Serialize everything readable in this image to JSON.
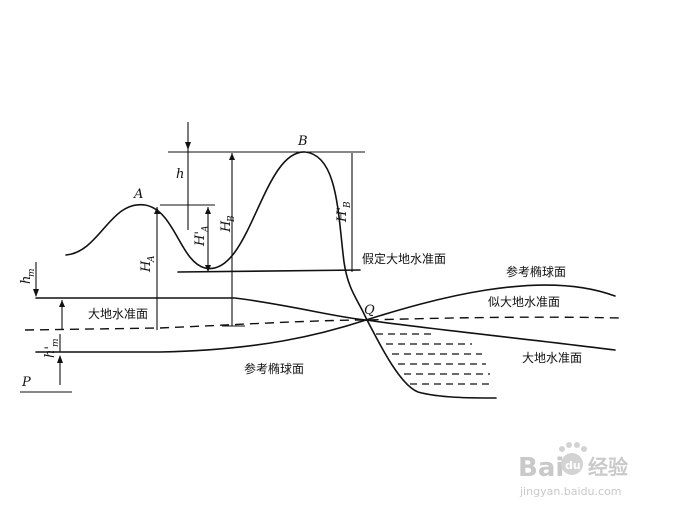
{
  "diagram": {
    "points": {
      "A": "A",
      "B": "B",
      "Q": "Q"
    },
    "heights": {
      "h": "h",
      "H_A": "H",
      "H_A_sub": "A",
      "H_A_prime": "H'",
      "H_A_prime_sub": "A",
      "H_B": "H",
      "H_B_sub": "B",
      "H_B_prime": "H'",
      "H_B_prime_sub": "B",
      "h_m": "h",
      "h_m_sub": "m",
      "h_m_prime": "h'",
      "h_m_prime_sub": "m",
      "P": "P"
    },
    "surfaces": {
      "assumed_geoid": "假定大地水准面",
      "ellipsoid_right": "参考椭球面",
      "quasi_geoid": "似大地水准面",
      "geoid_right": "大地水准面",
      "geoid_left": "大地水准面",
      "ellipsoid_bottom": "参考椭球面"
    }
  },
  "watermark": {
    "brand": "Bai",
    "brand_suffix": "经验",
    "paw": "du",
    "url": "jingyan.baidu.com"
  }
}
